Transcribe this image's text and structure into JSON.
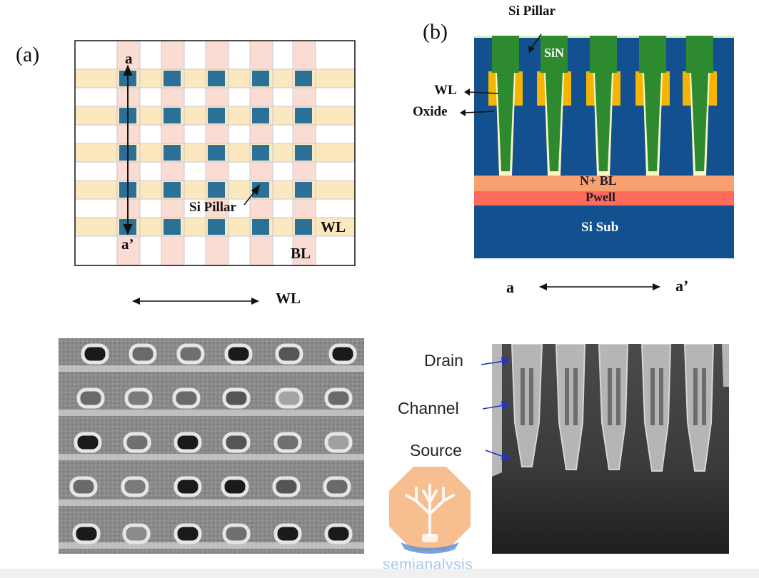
{
  "panel_a": {
    "label": "(a)",
    "section_top": "a",
    "section_bottom": "a’",
    "pillar_label": "Si Pillar",
    "wl_label": "WL",
    "bl_label": "BL",
    "direction_label": "WL"
  },
  "panel_b": {
    "label": "(b)",
    "pillar_label": "Si Pillar",
    "sin_label": "SiN",
    "wl_label": "WL",
    "oxide_label": "Oxide",
    "nbl_label": "N+ BL",
    "pwell_label": "Pwell",
    "sub_label": "Si Sub",
    "axis_left": "a",
    "axis_right": "a’"
  },
  "tem": {
    "drain_label": "Drain",
    "channel_label": "Channel",
    "source_label": "Source"
  },
  "watermark": {
    "text": "semianalysis"
  },
  "colors": {
    "wl_band": "#fbe8be",
    "bl_band": "#fbdcd3",
    "pillar": "#2a7097",
    "b_background": "#12508f",
    "pillar_green": "#2e8a2e",
    "wl_gold": "#f4b400",
    "oxide": "#fbf6c4",
    "nbl": "#f8a070",
    "pwell": "#ff6b5b",
    "arrow_blue": "#2233cc",
    "watermark_orange": "#f4a86a",
    "watermark_blue": "#5a8fd8"
  }
}
